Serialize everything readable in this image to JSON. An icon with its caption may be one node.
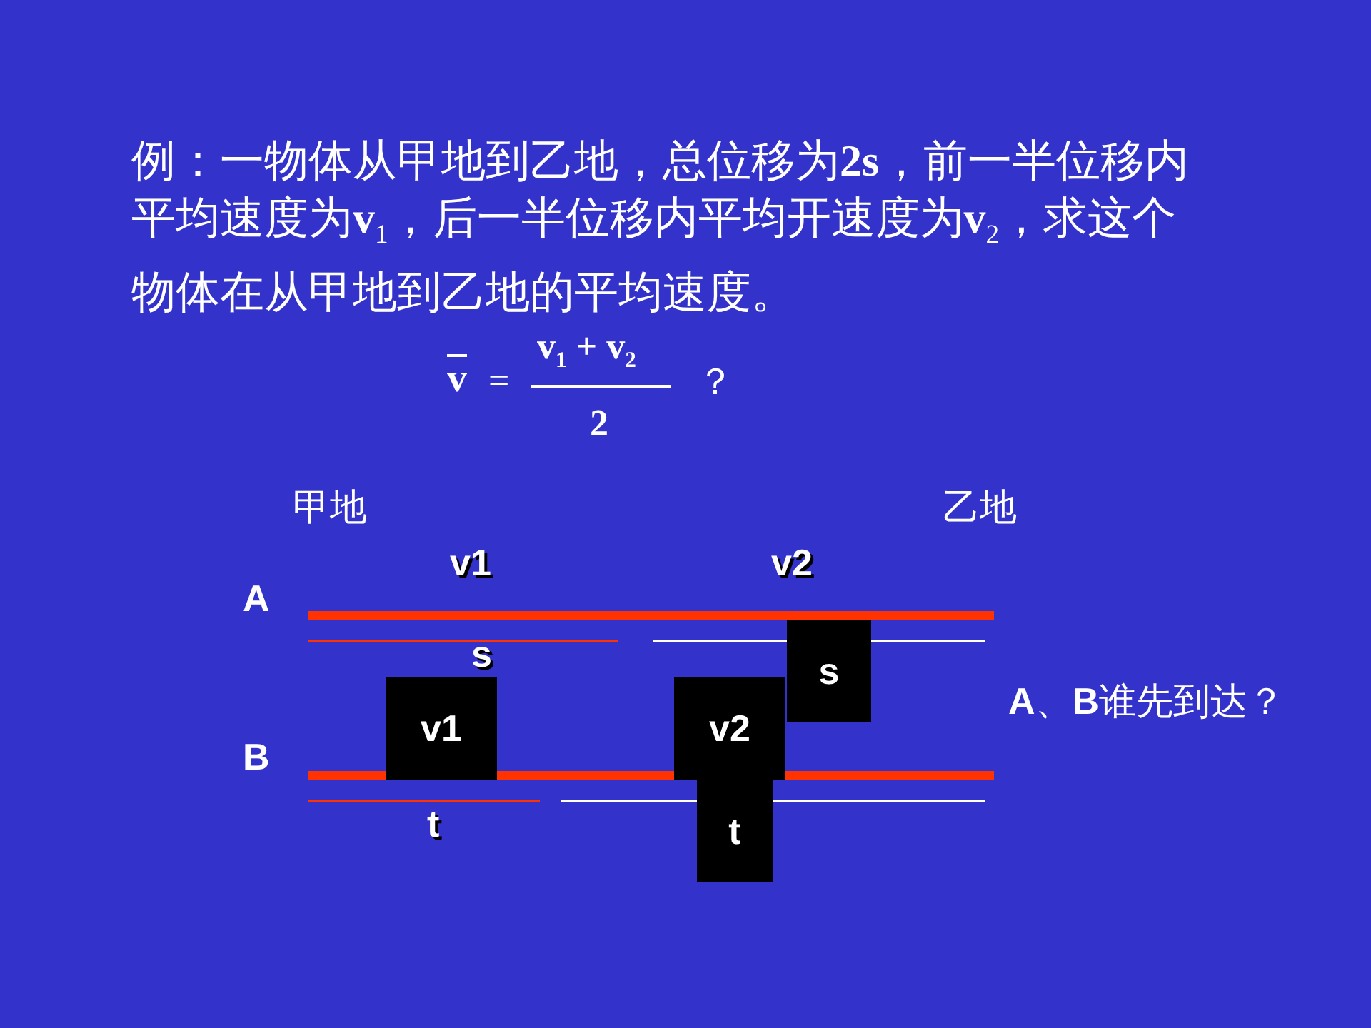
{
  "diagram": {
    "title": "例：一物体从甲地到乙地，总位移为**2s**，前一半位移内平均速度为**v**$_{1}$，后一半位移内平均开速度为**v**$_{2}$，求这个物体在从甲地到乙地的平均速度。",
    "nodes": [
      {
        "text": [
          "s"
        ]
      },
      {
        "text": [
          "v1"
        ]
      },
      {
        "text": [
          "v2"
        ]
      },
      {
        "text": [
          "t"
        ]
      }
    ],
    "edges": [],
    "labels": [
      "v",
      "=",
      "v$_{1}$ + v$_{2}$",
      "2",
      "？",
      "甲地",
      "乙地",
      "v1",
      "v2",
      "A",
      "s",
      "B",
      "t",
      "**A**、**B**谁先到达？"
    ]
  }
}
